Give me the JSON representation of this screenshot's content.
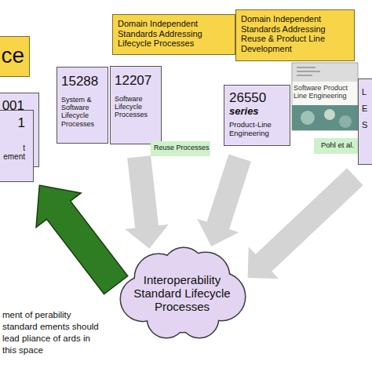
{
  "diagram": {
    "nodes": [
      {
        "text": [
          "ce"
        ]
      },
      {
        "text": [
          "001"
        ]
      },
      {
        "text": [
          "1",
          "t ement"
        ]
      },
      {
        "text": [
          "Domain Independent Standards Addressing Lifecycle Processes"
        ]
      },
      {
        "text": [
          "15288",
          "System & Software Lifecycle Processes"
        ]
      },
      {
        "text": [
          "12207",
          "Software Lifecycle Processes"
        ]
      },
      {
        "text": [
          "Reuse Processes"
        ]
      },
      {
        "text": [
          "Domain Independent Standards Addressing Reuse & Product Line Development"
        ]
      },
      {
        "text": [
          "26550",
          "series",
          "Product-Line Engineering"
        ]
      },
      {
        "text": [
          "Pohl et al."
        ]
      },
      {
        "text": [
          "L E S"
        ]
      },
      {
        "text": [
          "Interoperability Standard Lifecycle Processes"
        ]
      }
    ],
    "edges": [
      {
        "from": 5,
        "to": 11,
        "arrow": "to"
      },
      {
        "from": 8,
        "to": 11,
        "arrow": "to"
      },
      {
        "from": 10,
        "to": 11,
        "arrow": "to"
      },
      {
        "from": 11,
        "to": 2,
        "arrow": "to"
      }
    ],
    "labels": [
      "Software Product Line Engineering",
      "ment of perability standard ements should lead pliance of ards in this space"
    ]
  }
}
